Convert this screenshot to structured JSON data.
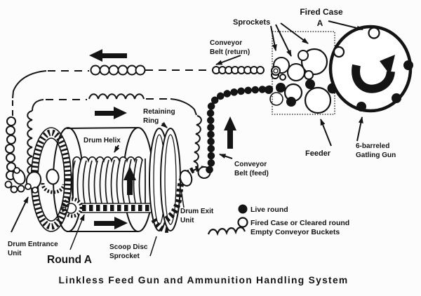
{
  "title": "Linkless Feed Gun and Ammunition Handling System",
  "labels": {
    "sprockets": "Sprockets",
    "fired_case": "Fired Case",
    "fired_case_a": "A",
    "conveyor_return_1": "Conveyor",
    "conveyor_return_2": "Belt (return)",
    "retaining_ring_1": "Retaining",
    "retaining_ring_2": "Ring",
    "drum_helix": "Drum Helix",
    "conveyor_feed_1": "Conveyor",
    "conveyor_feed_2": "Belt (feed)",
    "feeder": "Feeder",
    "gatling_1": "6-barreled",
    "gatling_2": "Gatling Gun",
    "drum_exit_1": "Drum Exit",
    "drum_exit_2": "Unit",
    "drum_entrance_1": "Drum Entrance",
    "drum_entrance_2": "Unit",
    "round_a": "Round A",
    "scoop_1": "Scoop Disc",
    "scoop_2": "Sprocket"
  },
  "legend": {
    "items": [
      {
        "symbol": "live-round-icon",
        "label": "Live round"
      },
      {
        "symbol": "fired-case-icon",
        "label": "Fired Case or Cleared round"
      },
      {
        "symbol": "empty-buckets-icon",
        "label": "Empty Conveyor Buckets"
      }
    ]
  },
  "colors": {
    "ink": "#141414",
    "paper": "#fcfcfc"
  }
}
